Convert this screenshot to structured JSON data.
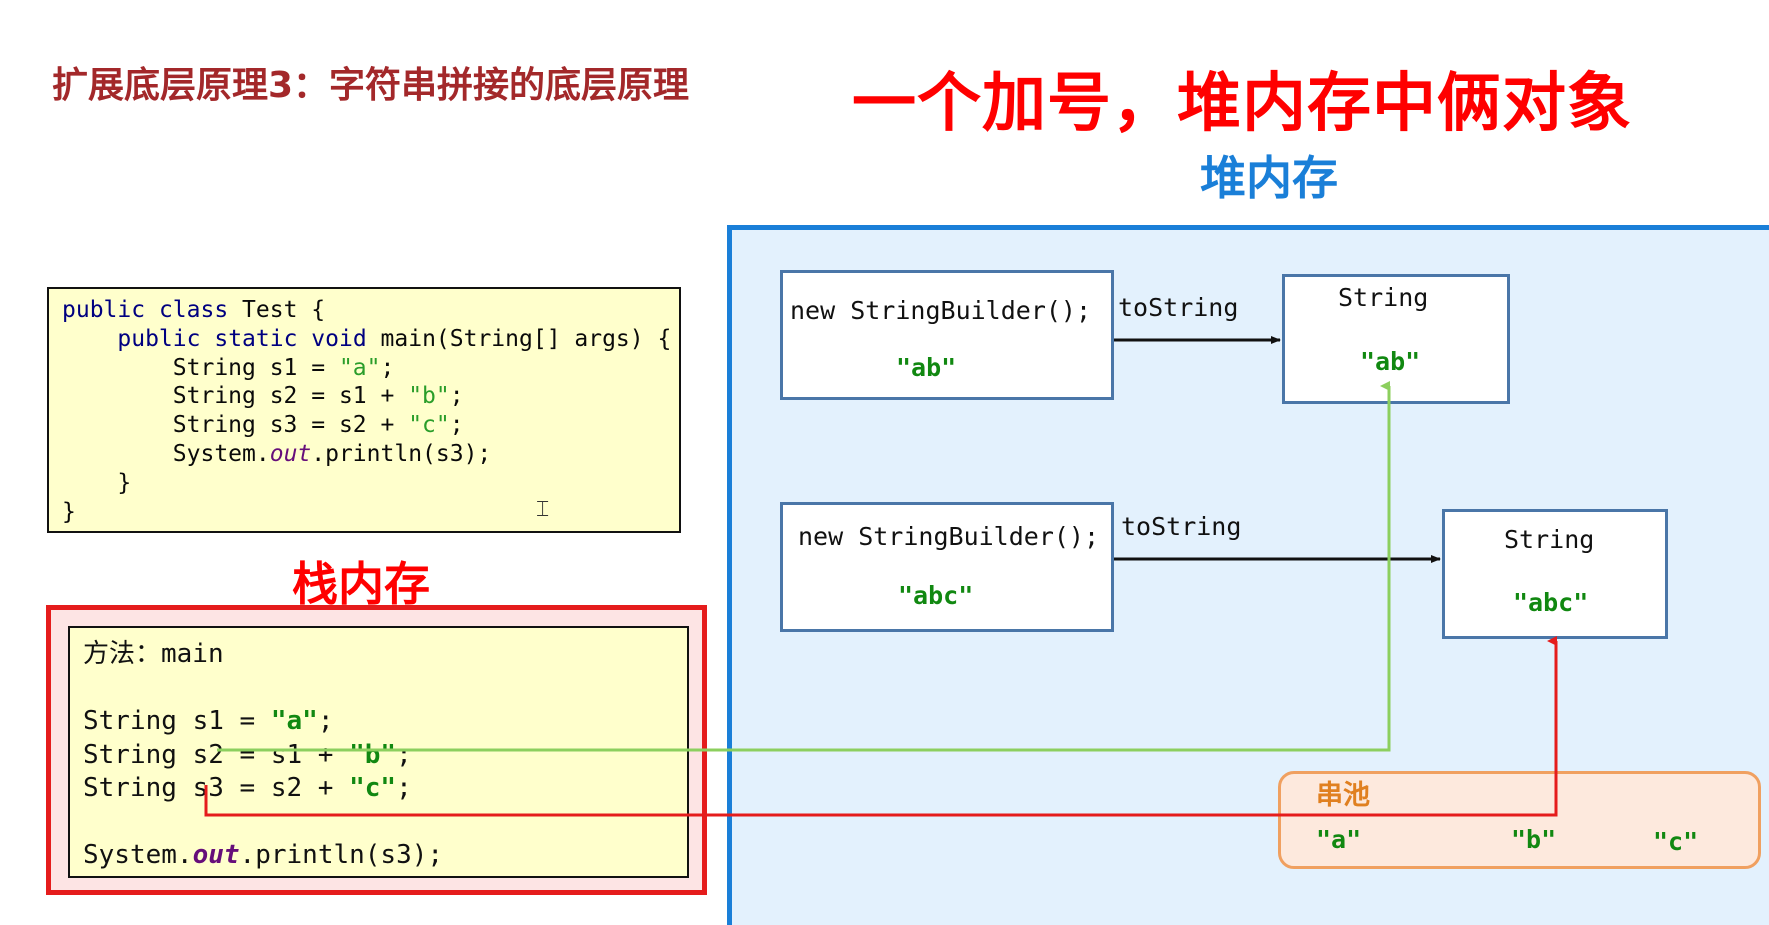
{
  "slide_title": "扩展底层原理3：字符串拼接的底层原理",
  "headline": "一个加号，堆内存中俩对象",
  "heap_title": "堆内存",
  "stack_title": "栈内存",
  "code": {
    "line1_kw1": "public",
    "line1_kw2": "class",
    "line1_rest": " Test {",
    "line2_indent": "    ",
    "line2_kw1": "public",
    "line2_kw2": "static",
    "line2_kw3": "void",
    "line2_rest": " main(String[] args) {",
    "line3_pre": "        String s1 = ",
    "line3_str": "\"a\"",
    "line3_post": ";",
    "line4_pre": "        String s2 = s1 + ",
    "line4_str": "\"b\"",
    "line4_post": ";",
    "line5_pre": "        String s3 = s2 + ",
    "line5_str": "\"c\"",
    "line5_post": ";",
    "line6_pre": "        System.",
    "line6_fld": "out",
    "line6_post": ".println(s3);",
    "line7": "    }",
    "line8": "}"
  },
  "heap": {
    "sb1_label": "new StringBuilder();",
    "sb1_value": "\"ab\"",
    "str1_label": "String",
    "str1_value": "\"ab\"",
    "sb2_label": "new StringBuilder();",
    "sb2_value": "\"abc\"",
    "str2_label": "String",
    "str2_value": "\"abc\"",
    "arrow1_label": "toString",
    "arrow2_label": "toString"
  },
  "pool": {
    "title": "串池",
    "items": [
      "\"a\"",
      "\"b\"",
      "\"c\""
    ]
  },
  "stack": {
    "method_label": "方法：main",
    "l1_pre": "String s1 = ",
    "l1_str": "\"a\"",
    "l1_post": ";",
    "l2_pre": "String s2 = s1 + ",
    "l2_str": "\"b\"",
    "l2_post": ";",
    "l3_pre": "String s3 = s2 + ",
    "l3_str": "\"c\"",
    "l3_post": ";",
    "l4_pre": "System.",
    "l4_fld": "out",
    "l4_post": ".println(s3);"
  },
  "colors": {
    "title_red": "#a3282a",
    "headline_red": "#ff0000",
    "heap_blue": "#1a7fd8",
    "string_green": "#118811",
    "connector_green": "#8ccf5e",
    "connector_red": "#e51c1c",
    "pool_orange": "#e08020"
  }
}
